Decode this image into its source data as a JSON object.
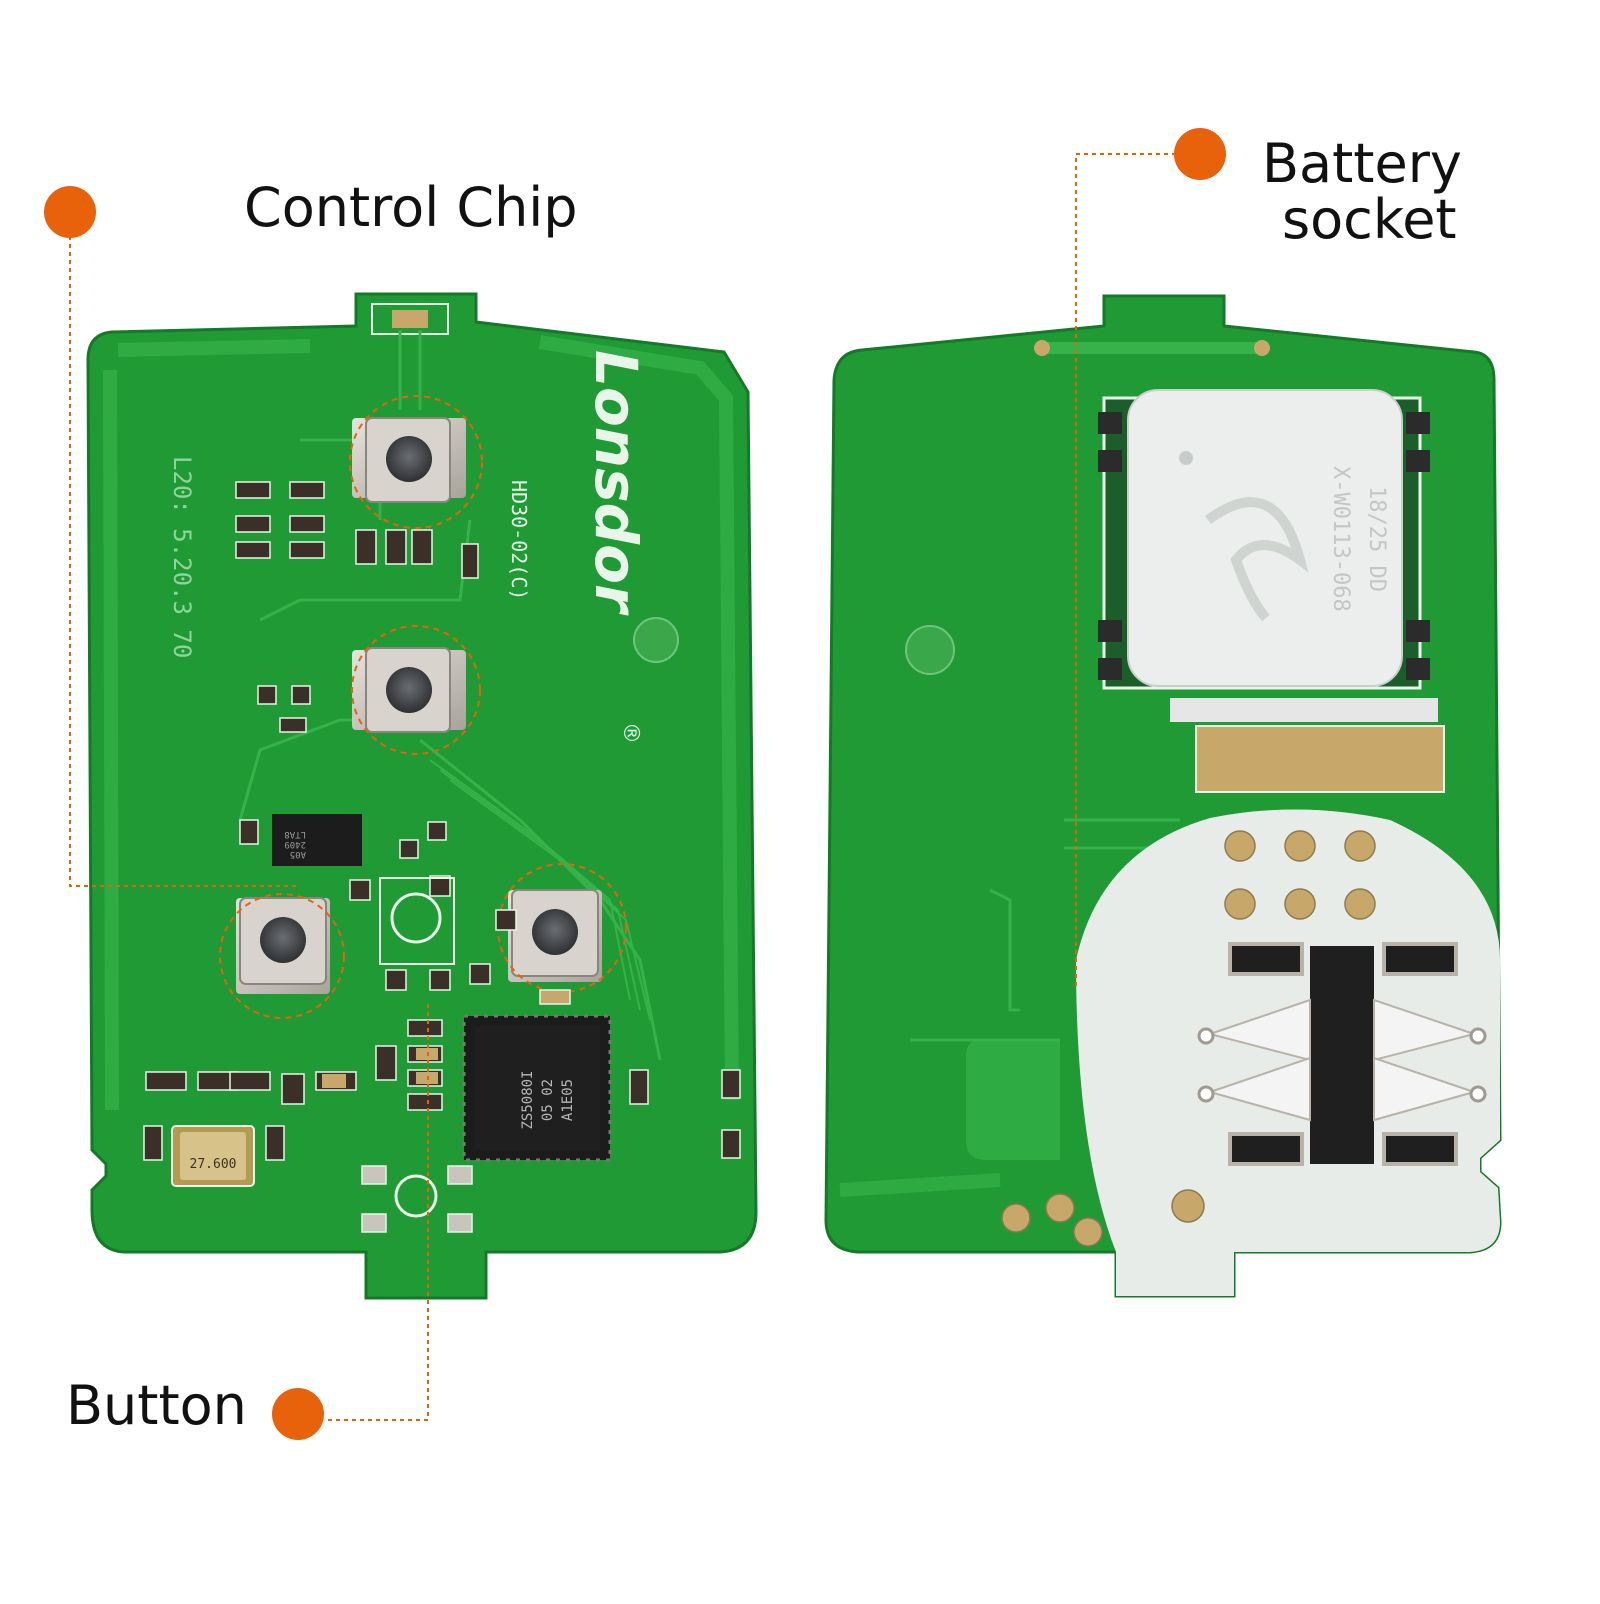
{
  "callouts": {
    "control_chip": "Control Chip",
    "battery_socket_line1": "Battery",
    "battery_socket_line2": "socket",
    "button": "Button"
  },
  "pcb_markings": {
    "brand": "Lonsdor",
    "registered": "®",
    "model": "HD30-02(C)",
    "date_code": "L20: 5.20.3 70",
    "mcu_line1": "A1E05",
    "mcu_line2": "05 02",
    "mcu_line3": "ZS5080I",
    "crystal": "27.600",
    "eeprom_line1": "LTA8",
    "eeprom_line2": "2409",
    "eeprom_line3": "A05",
    "transponder_line1": "X-W0113-068",
    "transponder_line2": "18/25 DD"
  },
  "colors": {
    "pcb_green": "#1f9a35",
    "pcb_trace": "#35b24a",
    "silkscreen": "#e9f5e9",
    "callout_orange": "#e8620c",
    "chip_black": "#1c1c1c",
    "metal": "#c9c4bc",
    "battery_pad_white": "#e8ece8",
    "gold_pad": "#c7a86a"
  },
  "icons": [
    "callout-dot-icon",
    "lonsdor-logo-icon"
  ]
}
